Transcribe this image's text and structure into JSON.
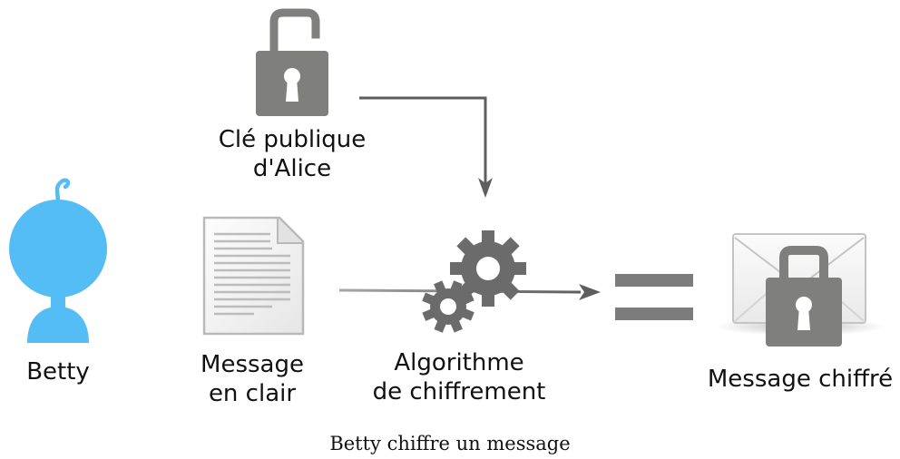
{
  "labels": {
    "betty": "Betty",
    "public_key_line1": "Clé publique",
    "public_key_line2": "d'Alice",
    "plain_message_line1": "Message",
    "plain_message_line2": "en clair",
    "algorithm_line1": "Algorithme",
    "algorithm_line2": "de chiffrement",
    "encrypted_message": "Message chiffré"
  },
  "caption": "Betty chiffre un message",
  "colors": {
    "person": "#55bdf5",
    "lock": "#7f7f7d",
    "arrow": "#5e5e5e",
    "gear": "#6b6b6b",
    "equals": "#7c7c7c"
  },
  "icons": {
    "person": "person-icon",
    "public_key": "open-padlock-icon",
    "plain_message": "document-icon",
    "algorithm": "gears-icon",
    "encrypted_message": "locked-envelope-icon"
  }
}
